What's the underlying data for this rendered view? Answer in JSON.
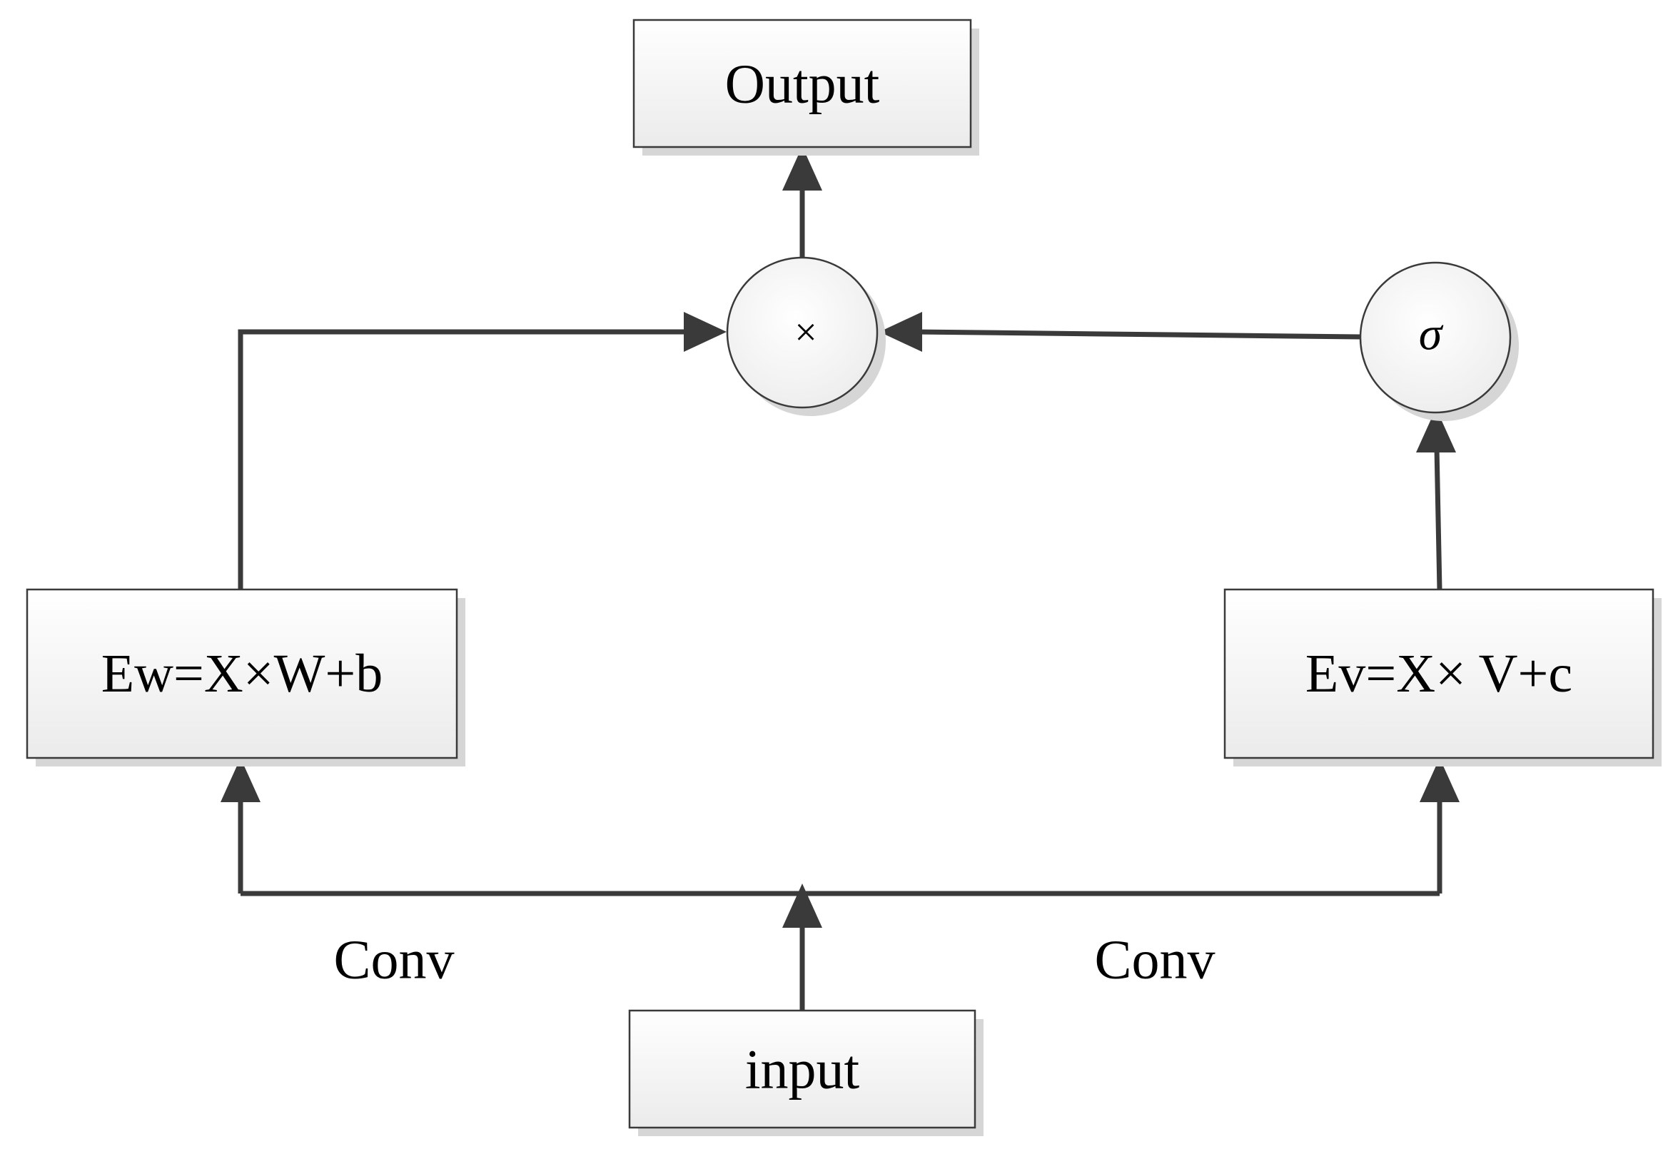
{
  "nodes": {
    "output": {
      "label": "Output"
    },
    "multiply": {
      "label": "×"
    },
    "sigma": {
      "label": "σ"
    },
    "ew": {
      "label": "Ew=X×W+b"
    },
    "ev": {
      "label": "Ev=X× V+c"
    },
    "input": {
      "label": "input"
    }
  },
  "edge_labels": {
    "conv_left": "Conv",
    "conv_right": "Conv"
  },
  "colors": {
    "line": "#3a3a3a",
    "box_fill_top": "#ffffff",
    "box_fill_bottom": "#ececec"
  }
}
